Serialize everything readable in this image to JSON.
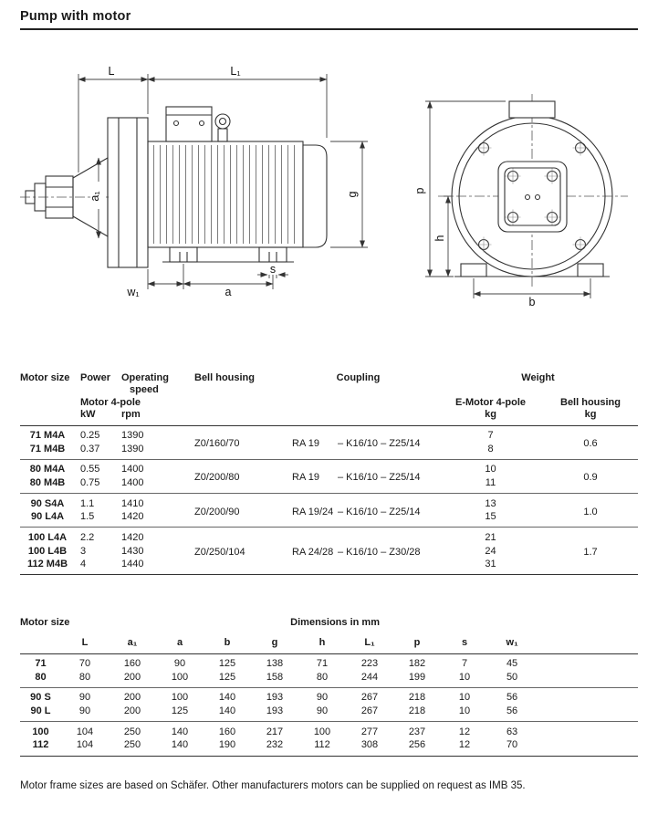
{
  "page": {
    "title": "Pump with motor",
    "footer": "Motor frame sizes are based on Schäfer. Other manufacturers motors can be supplied on request as IMB 35."
  },
  "drawing": {
    "labels": {
      "L": "L",
      "L1": "L₁",
      "a1": "a₁",
      "g": "g",
      "s": "s",
      "w1": "w₁",
      "a": "a",
      "p": "p",
      "h": "h",
      "b": "b"
    }
  },
  "motor_table": {
    "col_motor_size": "Motor size",
    "col_power": "Power",
    "col_speed_line1": "Operating",
    "col_speed_line2": "speed",
    "col_bell": "Bell housing",
    "col_coupling": "Coupling",
    "col_weight": "Weight",
    "sub_motor4pole": "Motor 4-pole",
    "sub_emotor": "E-Motor 4-pole",
    "sub_bellweight": "Bell housing",
    "unit_kw": "kW",
    "unit_rpm": "rpm",
    "unit_kg1": "kg",
    "unit_kg2": "kg",
    "groups": [
      {
        "bell": "Z0/160/70",
        "coupling_left": "RA 19",
        "coupling_right": "– K16/10 – Z25/14",
        "bell_weight": "0.6",
        "rows": [
          {
            "size": "71 M4A",
            "kw": "0.25",
            "rpm": "1390",
            "weight": "7"
          },
          {
            "size": "71 M4B",
            "kw": "0.37",
            "rpm": "1390",
            "weight": "8"
          }
        ]
      },
      {
        "bell": "Z0/200/80",
        "coupling_left": "RA 19",
        "coupling_right": "– K16/10 – Z25/14",
        "bell_weight": "0.9",
        "rows": [
          {
            "size": "80 M4A",
            "kw": "0.55",
            "rpm": "1400",
            "weight": "10"
          },
          {
            "size": "80 M4B",
            "kw": "0.75",
            "rpm": "1400",
            "weight": "11"
          }
        ]
      },
      {
        "bell": "Z0/200/90",
        "coupling_left": "RA 19/24",
        "coupling_right": "– K16/10 – Z25/14",
        "bell_weight": "1.0",
        "rows": [
          {
            "size": "90 S4A",
            "kw": "1.1",
            "rpm": "1410",
            "weight": "13"
          },
          {
            "size": "90 L4A",
            "kw": "1.5",
            "rpm": "1420",
            "weight": "15"
          }
        ]
      },
      {
        "bell": "Z0/250/104",
        "coupling_left": "RA 24/28",
        "coupling_right": "– K16/10 – Z30/28",
        "bell_weight": "1.7",
        "rows": [
          {
            "size": "100 L4A",
            "kw": "2.2",
            "rpm": "1420",
            "weight": "21"
          },
          {
            "size": "100 L4B",
            "kw": "3",
            "rpm": "1430",
            "weight": "24"
          },
          {
            "size": "112 M4B",
            "kw": "4",
            "rpm": "1440",
            "weight": "31"
          }
        ]
      }
    ]
  },
  "dim_table": {
    "col_motor_size": "Motor size",
    "title": "Dimensions in mm",
    "cols": [
      "L",
      "a₁",
      "a",
      "b",
      "g",
      "h",
      "L₁",
      "p",
      "s",
      "w₁"
    ],
    "groups": [
      {
        "rows": [
          {
            "size": "71",
            "vals": [
              "70",
              "160",
              "90",
              "125",
              "138",
              "71",
              "223",
              "182",
              "7",
              "45"
            ]
          },
          {
            "size": "80",
            "vals": [
              "80",
              "200",
              "100",
              "125",
              "158",
              "80",
              "244",
              "199",
              "10",
              "50"
            ]
          }
        ]
      },
      {
        "rows": [
          {
            "size": "90 S",
            "vals": [
              "90",
              "200",
              "100",
              "140",
              "193",
              "90",
              "267",
              "218",
              "10",
              "56"
            ]
          },
          {
            "size": "90 L",
            "vals": [
              "90",
              "200",
              "125",
              "140",
              "193",
              "90",
              "267",
              "218",
              "10",
              "56"
            ]
          }
        ]
      },
      {
        "rows": [
          {
            "size": "100",
            "vals": [
              "104",
              "250",
              "140",
              "160",
              "217",
              "100",
              "277",
              "237",
              "12",
              "63"
            ]
          },
          {
            "size": "112",
            "vals": [
              "104",
              "250",
              "140",
              "190",
              "232",
              "112",
              "308",
              "256",
              "12",
              "70"
            ]
          }
        ]
      }
    ]
  }
}
